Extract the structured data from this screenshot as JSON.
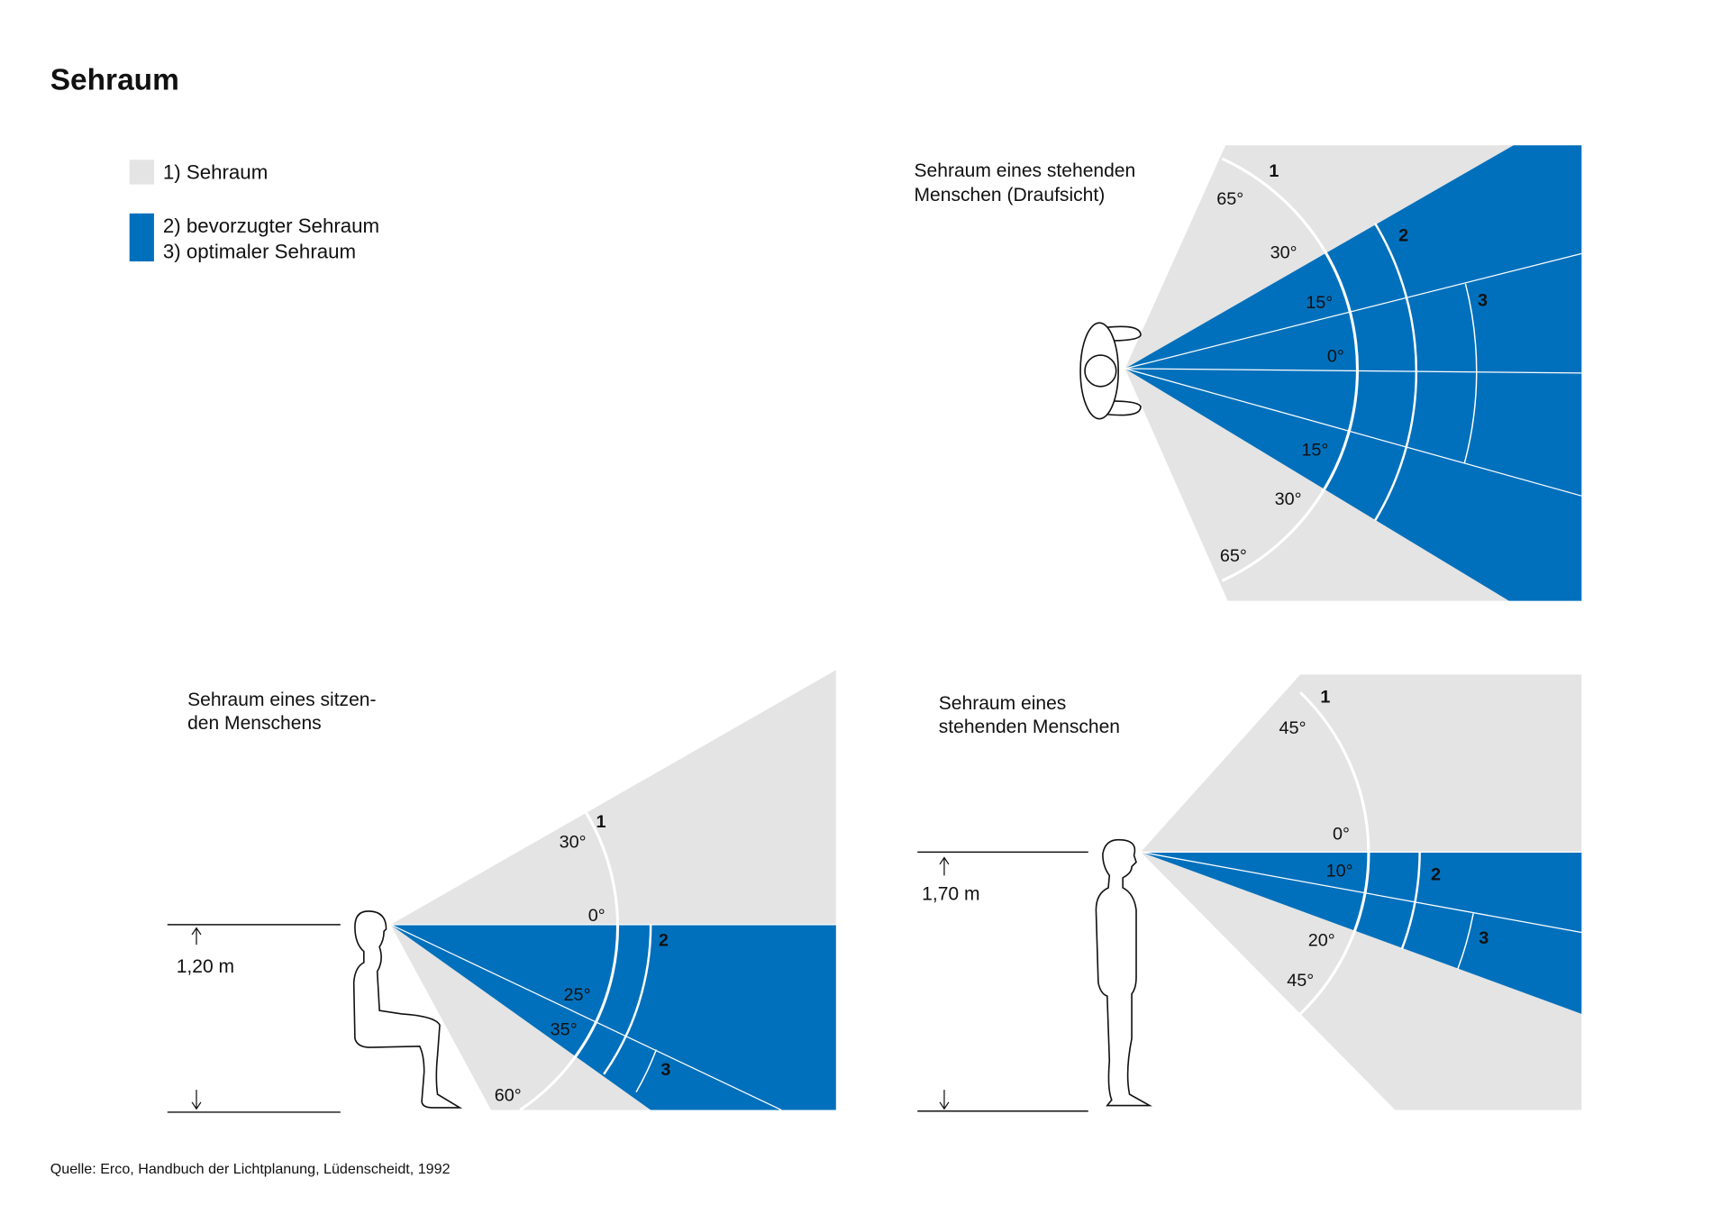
{
  "title": "Sehraum",
  "colors": {
    "sehraum": "#e4e4e4",
    "bevorzugt": "#0070bc"
  },
  "legend": [
    {
      "label": "1) Sehraum"
    },
    {
      "label": "2) bevorzugter Sehraum"
    },
    {
      "label": "3) optimaler Sehraum"
    }
  ],
  "top_view": {
    "caption_1": "Sehraum eines stehenden",
    "caption_2": "Menschen (Draufsicht)",
    "angles": [
      "65°",
      "30°",
      "15°",
      "0°",
      "15°",
      "30°",
      "65°"
    ],
    "zones": [
      "1",
      "2",
      "3"
    ]
  },
  "seated": {
    "caption_1": "Sehraum eines sitzen-",
    "caption_2": "den Menschens",
    "height": "1,20 m",
    "angles": [
      "30°",
      "0°",
      "25°",
      "35°",
      "60°"
    ],
    "zones": [
      "1",
      "2",
      "3"
    ]
  },
  "standing": {
    "caption_1": "Sehraum eines",
    "caption_2": "stehenden Menschen",
    "height": "1,70 m",
    "angles": [
      "45°",
      "0°",
      "10°",
      "20°",
      "45°"
    ],
    "zones": [
      "1",
      "2",
      "3"
    ]
  },
  "source": "Quelle: Erco, Handbuch der Lichtplanung, Lüdenscheidt, 1992"
}
